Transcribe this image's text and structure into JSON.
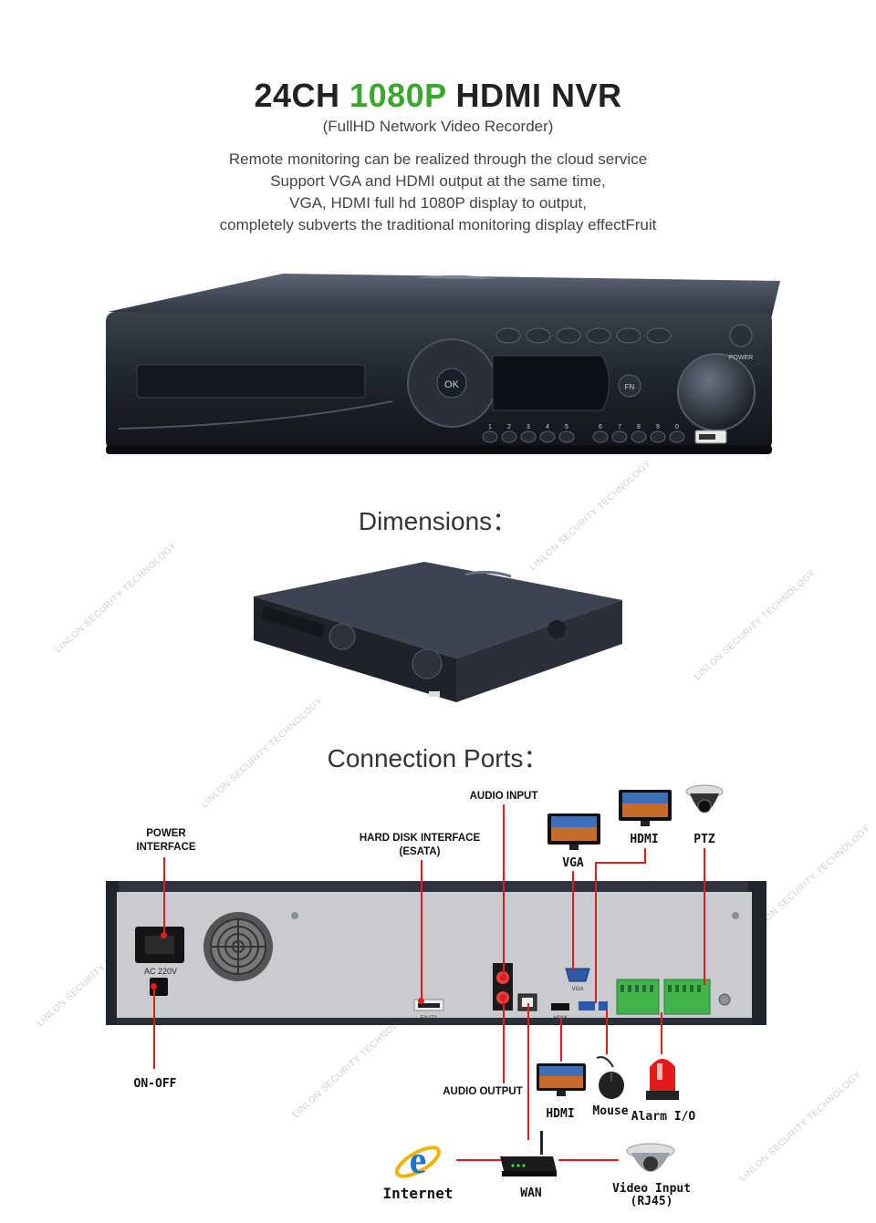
{
  "header": {
    "title_pre": "24CH ",
    "title_hl": "1080P",
    "title_post": " HDMI NVR",
    "subtitle": "(FullHD Network Video Recorder)",
    "description": [
      "Remote monitoring can be realized through the cloud service",
      "Support VGA and HDMI output at the same time,",
      "VGA, HDMI full hd 1080P display to output,",
      "completely subverts the traditional monitoring display effectFruit"
    ],
    "accent_color": "#3aa82c"
  },
  "front_panel": {
    "digits_left": [
      "1",
      "2",
      "3",
      "4",
      "5"
    ],
    "digits_right": [
      "6",
      "7",
      "8",
      "9",
      "0"
    ],
    "ok_label": "OK",
    "fn_label": "FN",
    "power_label": "POWER"
  },
  "sections": {
    "dimensions": "Dimensions：",
    "ports": "Connection Ports："
  },
  "back_panel": {
    "ac_label": "AC  220V",
    "esata_tag": "ESATA",
    "vga_tag": "VGA",
    "hdmi_tag": "HDMI"
  },
  "callouts": {
    "power_interface": [
      "POWER",
      "INTERFACE"
    ],
    "hard_disk": [
      "HARD DISK INTERFACE",
      "(ESATA)"
    ],
    "audio_input": "AUDIO INPUT",
    "audio_output": "AUDIO OUTPUT",
    "on_off": "ON-OFF",
    "vga": "VGA",
    "hdmi_top": "HDMI",
    "ptz": "PTZ",
    "hdmi_bottom": "HDMI",
    "mouse": "Mouse",
    "alarm": "Alarm I/O",
    "internet": "Internet",
    "wan": "WAN",
    "video_input": [
      "Video Input",
      "(RJ45)"
    ]
  },
  "watermark": "LINLON SECURITY TECHNOLOGY",
  "line_color": "#e31b1b"
}
